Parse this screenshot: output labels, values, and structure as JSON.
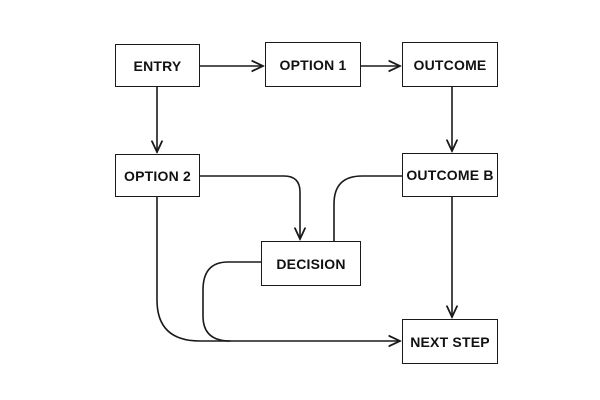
{
  "diagram": {
    "nodes": {
      "entry": "ENTRY",
      "option1": "OPTION 1",
      "outcome": "OUTCOME",
      "option2": "OPTION 2",
      "outcome_b": "OUTCOME B",
      "decision": "DECISION",
      "next_step": "NEXT STEP"
    },
    "edges": [
      {
        "from": "ENTRY",
        "to": "OPTION 1"
      },
      {
        "from": "OPTION 1",
        "to": "OUTCOME"
      },
      {
        "from": "ENTRY",
        "to": "OPTION 2"
      },
      {
        "from": "OUTCOME",
        "to": "OUTCOME B"
      },
      {
        "from": "OPTION 2",
        "to": "DECISION"
      },
      {
        "from": "OUTCOME B",
        "to": "DECISION"
      },
      {
        "from": "OUTCOME B",
        "to": "NEXT STEP"
      },
      {
        "from": "OPTION 2",
        "to": "NEXT STEP"
      },
      {
        "from": "DECISION",
        "to": "NEXT STEP"
      }
    ],
    "colors": {
      "stroke": "#1a1a1a",
      "background": "#ffffff",
      "text": "#111111"
    }
  }
}
